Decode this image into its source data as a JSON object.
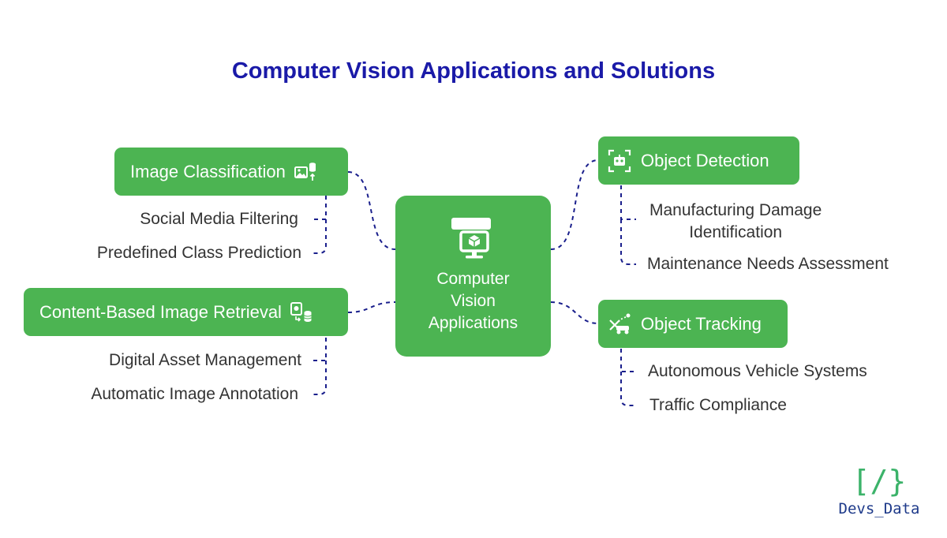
{
  "title": "Computer Vision Applications and Solutions",
  "center": {
    "label_lines": [
      "Computer",
      "Vision",
      "Applications"
    ],
    "icon": "monitor-cube-icon"
  },
  "branches": {
    "image_classification": {
      "label": "Image Classification",
      "icon": "image-database-icon",
      "children": [
        "Social Media Filtering",
        "Predefined Class Prediction"
      ]
    },
    "cbir": {
      "label": "Content-Based Image Retrieval",
      "icon": "image-search-database-icon",
      "children": [
        "Digital Asset Management",
        "Automatic Image Annotation"
      ]
    },
    "object_detection": {
      "label": "Object Detection",
      "icon": "robot-focus-icon",
      "children": [
        "Manufacturing Damage Identification",
        "Maintenance Needs Assessment"
      ],
      "child_lines": [
        [
          "Manufacturing Damage",
          "Identification"
        ]
      ]
    },
    "object_tracking": {
      "label": "Object Tracking",
      "icon": "vehicle-tracking-icon",
      "children": [
        "Autonomous Vehicle Systems",
        "Traffic Compliance"
      ]
    }
  },
  "logo": {
    "mark": "[/}",
    "brand": "Devs_Data"
  },
  "colors": {
    "box": "#4cb452",
    "title": "#1a1aa8",
    "connector": "#1a1f8c",
    "text": "#333333"
  }
}
